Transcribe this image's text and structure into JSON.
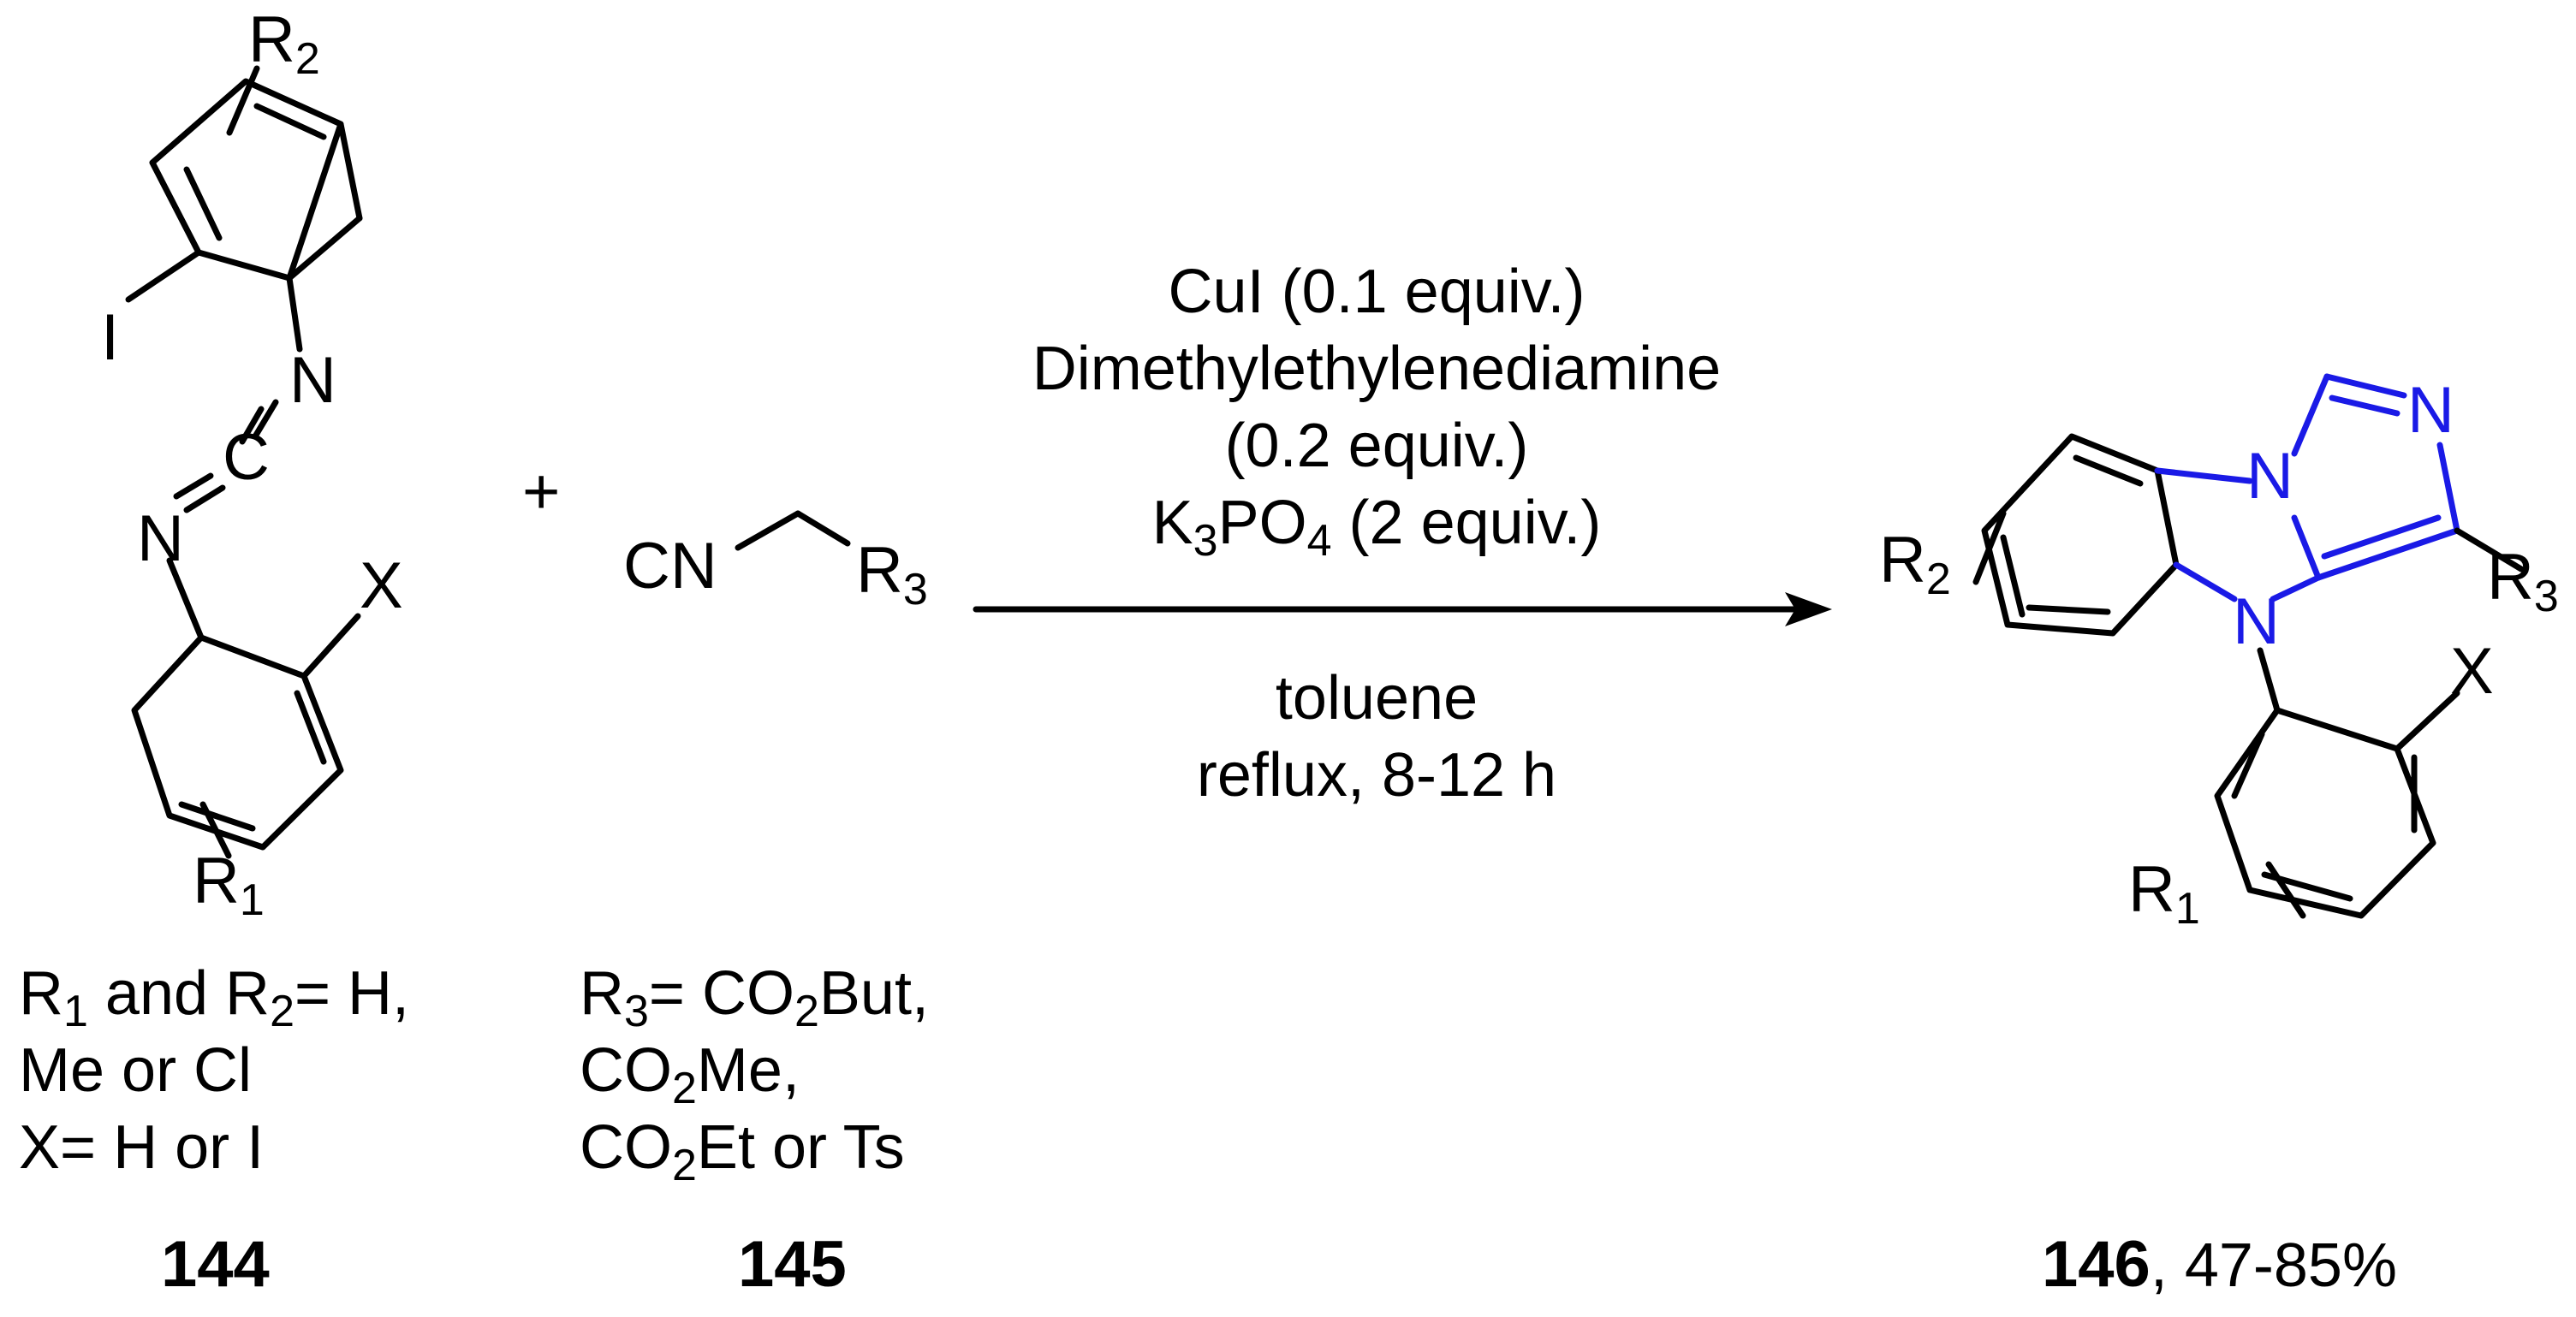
{
  "colors": {
    "ink": "#000000",
    "highlight": "#1a1ae6"
  },
  "reactant_144": {
    "atoms": {
      "iodo": "I",
      "n_top": "N",
      "n_mid": "N",
      "c_center": "C",
      "x_sub": "X",
      "r1": "R",
      "r1_sub": "1",
      "r2": "R",
      "r2_sub": "2"
    },
    "legend": {
      "line1": {
        "r1": "R",
        "r1_sub": "1",
        "mid": " and R",
        "r2_sub": "2",
        "end": "= H,"
      },
      "line2": "Me or Cl",
      "line3": "X= H or I"
    },
    "number": "144"
  },
  "plus_sign": "+",
  "reactant_145": {
    "atoms": {
      "cn": "CN",
      "r3": "R",
      "r3_sub": "3"
    },
    "legend": {
      "line1": {
        "r3": "R",
        "r3_sub": "3",
        "a": "= CO",
        "a_sub": "2",
        "b": "But,"
      },
      "line2": {
        "a": "CO",
        "a_sub": "2",
        "b": "Me,"
      },
      "line3": {
        "a": "CO",
        "a_sub": "2",
        "b": "Et or Ts"
      }
    },
    "number": "145"
  },
  "conditions": {
    "above": {
      "line1": "CuI (0.1 equiv.)",
      "line2": "Dimethylethylenediamine",
      "line3": "(0.2 equiv.)",
      "line4": {
        "a": "K",
        "a_sub": "3",
        "b": "PO",
        "b_sub": "4",
        "c": " (2 equiv.)"
      }
    },
    "below": {
      "line1": "toluene",
      "line2": "reflux, 8-12 h"
    }
  },
  "product_146": {
    "atoms": {
      "n_bridge": "N",
      "n_imid": "N",
      "n_bottom": "N",
      "x_sub": "X",
      "r1": "R",
      "r1_sub": "1",
      "r2": "R",
      "r2_sub": "2",
      "r3": "R",
      "r3_sub": "3"
    },
    "number": "146",
    "yield": ", 47-85%"
  }
}
